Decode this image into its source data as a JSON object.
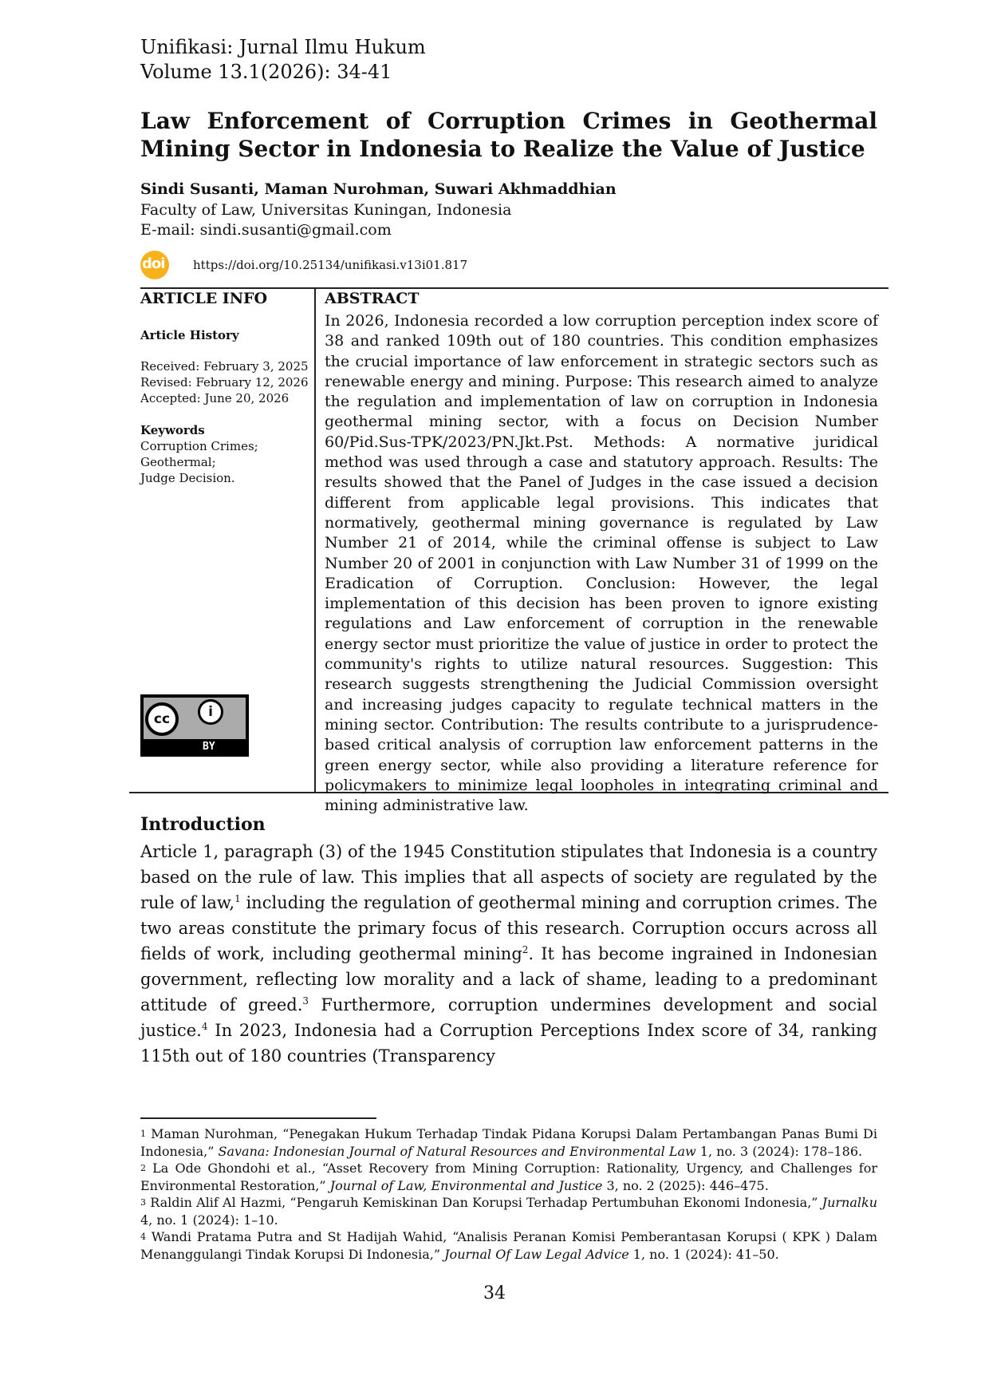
{
  "header": {
    "journal": "Unifikasi: Jurnal Ilmu Hukum",
    "volume": "Volume 13.1(2026): 34-41"
  },
  "article": {
    "title": "Law Enforcement of Corruption Crimes in Geothermal Mining Sector in Indonesia to Realize the Value of Justice",
    "authors": "Sindi Susanti, Maman Nurohman, Suwari Akhmaddhian",
    "affiliation": "Faculty of Law, Universitas Kuningan, Indonesia",
    "email": "E-mail: sindi.susanti@gmail.com",
    "doi_logo": "doi",
    "doi_url": "https://doi.org/10.25134/unifikasi.v13i01.817"
  },
  "info": {
    "heading": "ARTICLE INFO",
    "history_heading": "Article History",
    "received": "Received: February 3, 2025",
    "revised": "Revised: February 12, 2026",
    "accepted": "Accepted: June 20, 2026",
    "keywords_heading": "Keywords",
    "keywords": [
      "Corruption Crimes;",
      "Geothermal;",
      "Judge Decision."
    ],
    "license_cc": "cc",
    "license_i": "i",
    "license_by": "BY"
  },
  "abstract": {
    "heading": "ABSTRACT",
    "text": "In 2026, Indonesia recorded a low corruption perception index score of 38 and ranked 109th out of 180 countries. This condition emphasizes the crucial importance of law enforcement in strategic sectors such as renewable energy and mining. Purpose: This research aimed to analyze the regulation and implementation of law on corruption in Indonesia geothermal mining sector, with a focus on Decision Number 60/Pid.Sus-TPK/2023/PN.Jkt.Pst. Methods: A normative juridical method was used through a case and statutory approach. Results: The results showed that the Panel of Judges in the case issued a decision different from applicable legal provisions. This indicates that normatively, geothermal mining governance is regulated by Law Number 21 of 2014, while the criminal offense is subject to Law Number 20 of 2001 in conjunction with Law Number 31 of 1999 on the Eradication of Corruption. Conclusion: However, the legal implementation of this decision has been proven to ignore existing regulations and Law enforcement of corruption in the renewable energy sector must prioritize the value of justice in order to protect the community's rights to utilize natural resources. Suggestion: This research suggests strengthening the Judicial Commission oversight and increasing judges capacity to regulate technical matters in the mining sector. Contribution: The results contribute to a jurisprudence-based critical analysis of corruption law enforcement patterns in the green energy sector, while also providing a literature reference for policymakers to minimize legal loopholes in integrating criminal and mining administrative law."
  },
  "introduction": {
    "heading": "Introduction",
    "s1": "Article 1, paragraph (3) of the 1945 Constitution stipulates that Indonesia is a country based on the rule of law. This implies that all aspects of society are regulated by the rule of law,",
    "n1": "1",
    "s2": " including the regulation of geothermal mining and corruption crimes. The two areas constitute the primary focus of this research. Corruption occurs across all fields of work, including geothermal mining",
    "n2": "2",
    "s3": ". It has become ingrained in Indonesian government, reflecting low morality and a lack of shame, leading to a predominant attitude of greed.",
    "n3": "3",
    "s4": " Furthermore, corruption undermines development and social justice.",
    "n4": "4",
    "s5": " In 2023, Indonesia had a Corruption Perceptions Index score of 34, ranking 115th out of 180 countries (Transparency"
  },
  "footnotes": [
    {
      "num": "1",
      "pre": " Maman Nurohman, “Penegakan Hukum Terhadap Tindak Pidana Korupsi Dalam Pertambangan Panas Bumi Di Indonesia,” ",
      "journal": "Savana: Indonesian Journal of Natural Resources and Environmental Law",
      "post": " 1, no. 3 (2024): 178–186."
    },
    {
      "num": "2",
      "pre": " La Ode Ghondohi et al., “Asset Recovery from Mining Corruption: Rationality, Urgency, and Challenges for Environmental Restoration,” ",
      "journal": "Journal of Law, Environmental and Justice",
      "post": " 3, no. 2 (2025): 446–475."
    },
    {
      "num": "3",
      "pre": " Raldin Alif Al Hazmi, “Pengaruh Kemiskinan Dan Korupsi Terhadap Pertumbuhan Ekonomi Indonesia,” ",
      "journal": "Jurnalku",
      "post": " 4, no. 1 (2024): 1–10."
    },
    {
      "num": "4",
      "pre": " Wandi Pratama Putra and St Hadijah Wahid, “Analisis Peranan Komisi Pemberantasan Korupsi ( KPK ) Dalam Menanggulangi Tindak Korupsi Di Indonesia,” ",
      "journal": "Journal Of Law Legal Advice",
      "post": " 1, no. 1 (2024): 41–50."
    }
  ],
  "page_number": "34"
}
